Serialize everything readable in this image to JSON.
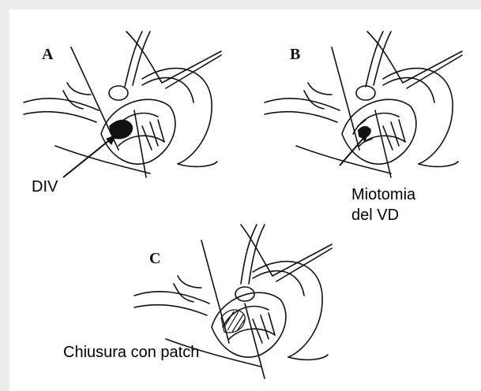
{
  "panels": [
    {
      "letter": "A",
      "caption_lines": [
        "DIV"
      ]
    },
    {
      "letter": "B",
      "caption_lines": [
        "Miotomia",
        "del VD"
      ]
    },
    {
      "letter": "C",
      "caption_lines": [
        "Chiusura con patch"
      ]
    }
  ],
  "colors": {
    "ink": "#111111",
    "background": "#ffffff",
    "border": "#ececec"
  },
  "icons": [
    "surgical-heart-illustration",
    "pointer-arrow-icon"
  ]
}
